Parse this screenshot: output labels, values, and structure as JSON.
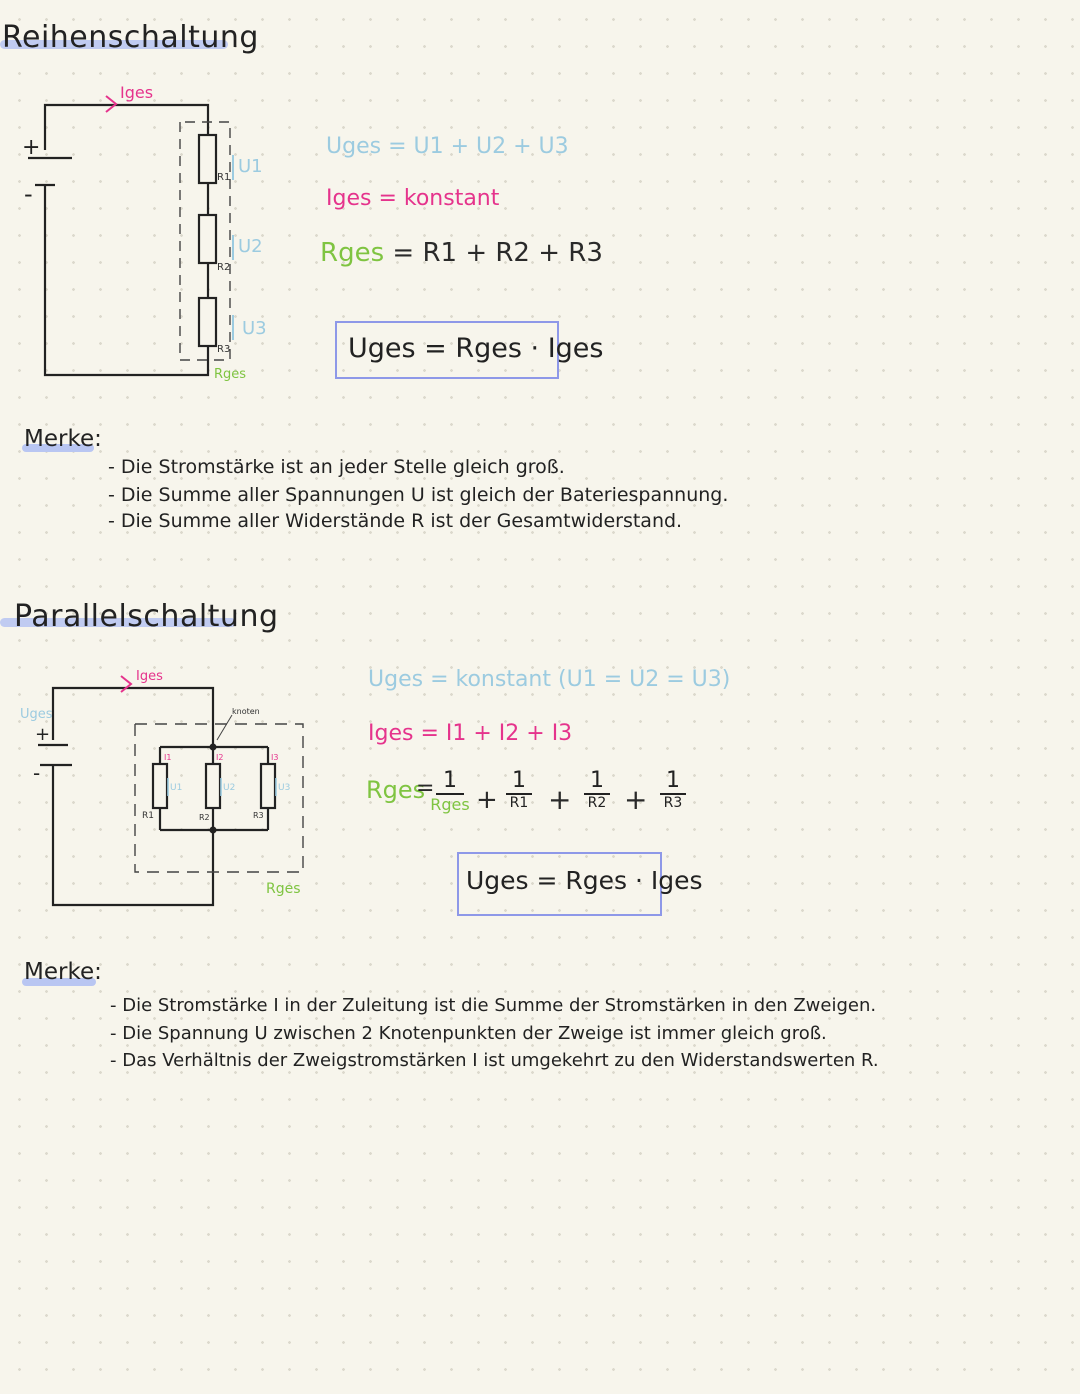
{
  "series_section": {
    "heading": "Reihenschaltung",
    "circuit": {
      "plus": "+",
      "minus": "-",
      "current": "Iges",
      "r1": "R1",
      "r2": "R2",
      "r3": "R3",
      "u1": "U1",
      "u2": "U2",
      "u3": "U3",
      "rges": "Rges"
    },
    "formulas": {
      "uges_lhs": "Uges",
      "uges_rhs": "= U1 + U2 + U3",
      "iges_lhs": "Iges",
      "iges_rhs": "= konstant",
      "rges_lhs": "Rges",
      "rges_rhs": "= R1 + R2 + R3",
      "boxed": "Uges = Rges · Iges"
    },
    "merke_title": "Merke:",
    "merke_items": [
      "- Die Stromstärke ist an jeder Stelle gleich groß.",
      "- Die Summe aller Spannungen U ist gleich der Bateriespannung.",
      "- Die Summe aller Widerstände R ist der Gesamtwiderstand."
    ]
  },
  "parallel_section": {
    "heading": "Parallelschaltung",
    "circuit": {
      "uges": "Uges",
      "plus": "+",
      "minus": "-",
      "current": "Iges",
      "knoten": "knoten",
      "i1": "I1",
      "i2": "I2",
      "i3": "I3",
      "u1": "U1",
      "u2": "U2",
      "u3": "U3",
      "r1": "R1",
      "r2": "R2",
      "r3": "R3",
      "rges": "Rges"
    },
    "formulas": {
      "uges_lhs": "Uges",
      "uges_rhs": "= konstant",
      "uges_paren": "(U1 = U2 = U3)",
      "iges_lhs": "Iges",
      "iges_rhs": "= I1 + I2 + I3",
      "rges_lhs": "Rges",
      "eq": "=",
      "one": "1",
      "plus": "+",
      "frac_den": [
        "Rges",
        "R1",
        "R2",
        "R3"
      ],
      "boxed": "Uges = Rges · Iges"
    },
    "merke_title": "Merke:",
    "merke_items": [
      "- Die Stromstärke I in der Zuleitung ist die Summe der Stromstärken in den Zweigen.",
      "- Die Spannung U zwischen 2 Knotenpunkten der Zweige ist immer gleich groß.",
      "- Das Verhältnis der Zweigstromstärken I ist umgekehrt zu den Widerstandswerten R."
    ]
  },
  "colors": {
    "blue": "#9ccbe0",
    "pink": "#e5338c",
    "green": "#7fc441",
    "box": "#8e98e8",
    "highlight": "#b9c6f2"
  }
}
